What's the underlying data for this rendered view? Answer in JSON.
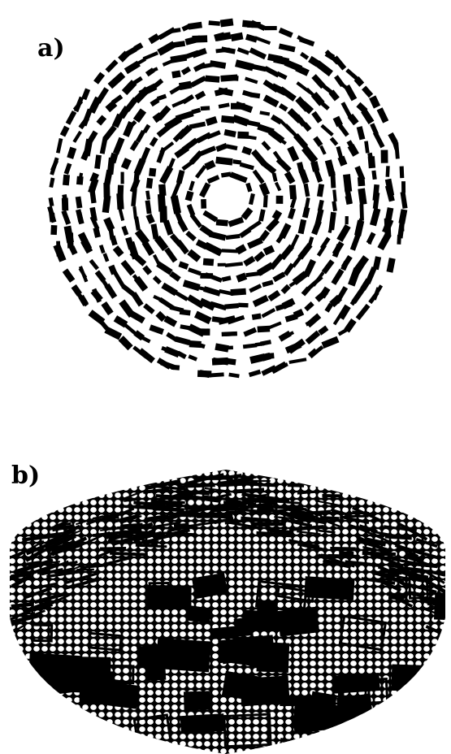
{
  "panels": {
    "a": {
      "label": "a)",
      "icon": "concentric-rod-packing-top-view"
    },
    "b": {
      "label": "b)",
      "icon": "hemispherical-rod-packing-side-view"
    }
  },
  "colors": {
    "ink": "#000000",
    "paper": "#ffffff"
  }
}
